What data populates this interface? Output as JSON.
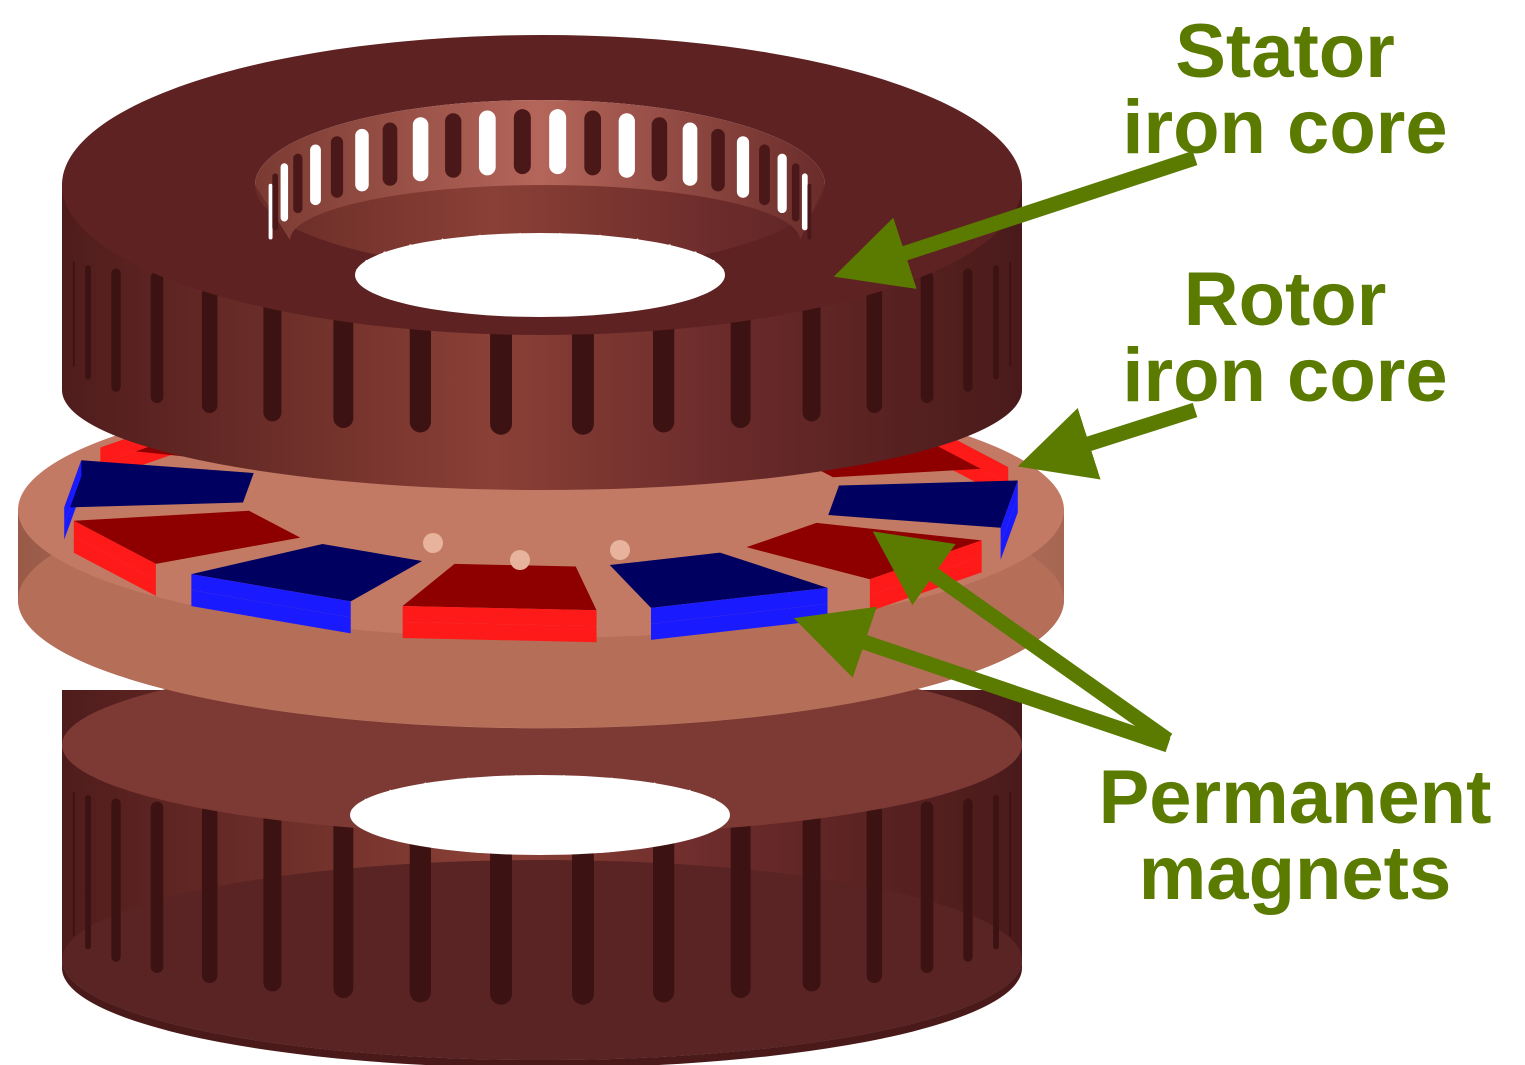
{
  "labels": {
    "stator": {
      "line1": "Stator",
      "line2": "iron core"
    },
    "rotor": {
      "line1": "Rotor",
      "line2": "iron core"
    },
    "magnets": {
      "line1": "Permanent",
      "line2": "magnets"
    }
  },
  "colors": {
    "label": "#5a7a00",
    "arrow": "#5a7a00",
    "iron_dark": "#5e2222",
    "iron_mid": "#7d3434",
    "iron_light": "#a45a4c",
    "rotor_disc": "#c27a64",
    "magnet_red": "#8e0000",
    "magnet_red_edge": "#ff1a1a",
    "magnet_blue": "#000060",
    "magnet_blue_edge": "#1a1aff"
  },
  "parts": {
    "stator_slots": 36,
    "magnet_poles": 12
  }
}
